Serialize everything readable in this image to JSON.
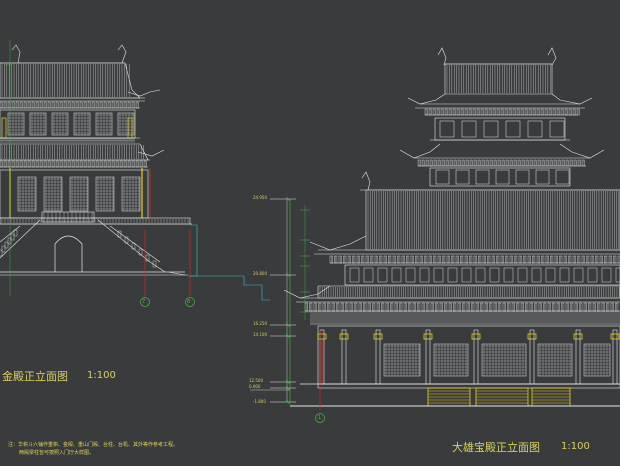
{
  "drawings": {
    "left": {
      "title": "金殿正立面图",
      "scale": "1:100",
      "grid_labels": [
        "7",
        "8"
      ]
    },
    "right": {
      "title": "大雄宝殿正立面图",
      "scale": "1:100",
      "grid_labels": [
        "1"
      ],
      "elevations": [
        "24.950",
        "20.800",
        "16.250",
        "14.100",
        "12.500",
        "0.000",
        "-1.800"
      ]
    }
  },
  "notes": [
    "注：华栱斗六铺作重栱、金殿、重山门殿、台柱、台机、其外等作参考工程。",
    "两殿梁柱皆可按照入门厅大样图。"
  ],
  "colors": {
    "background": "#393b3c",
    "line": "#e8e8e8",
    "accent": "#e6d21e",
    "red": "#d03020",
    "green": "#40c040",
    "cyan": "#40c0c0"
  }
}
